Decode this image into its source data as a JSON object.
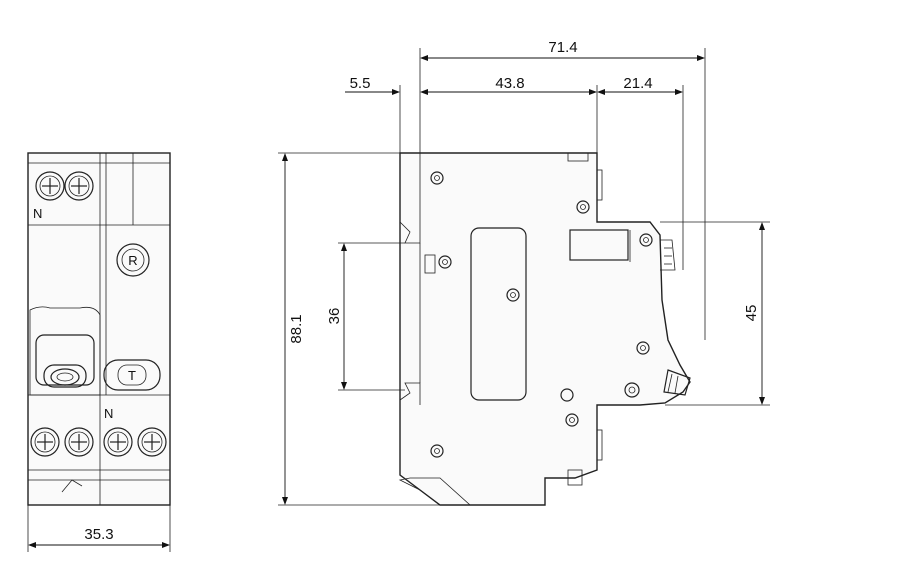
{
  "front_view": {
    "label_n_top": "N",
    "label_n_bottom": "N",
    "reset_button_label": "R",
    "test_button_label": "T",
    "width_dim": "35.3"
  },
  "side_view": {
    "overall_depth_dim": "71.4",
    "offset_dim": "5.5",
    "body_depth_dim": "43.8",
    "front_depth_dim": "21.4",
    "height_dim": "88.1",
    "rail_dim": "36",
    "front_height_dim": "45"
  }
}
